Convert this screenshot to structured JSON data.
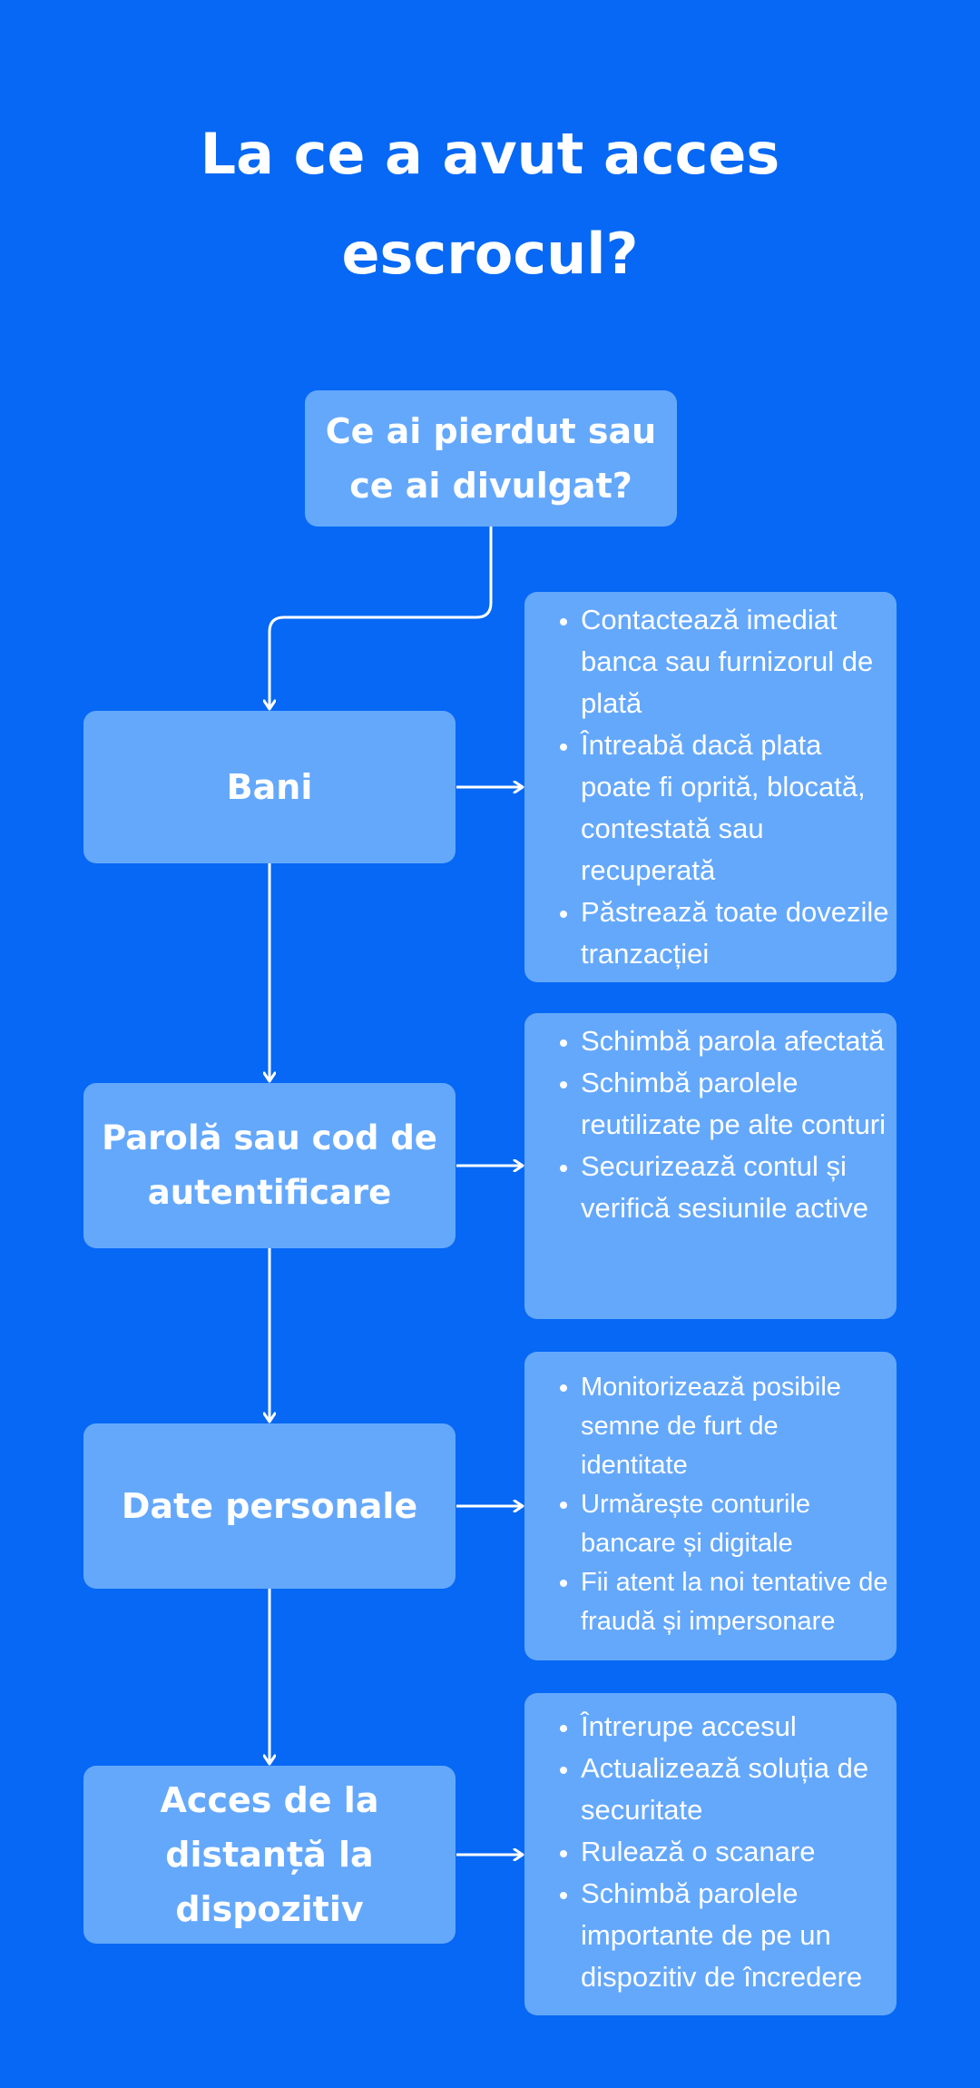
{
  "title": {
    "line1": "La ce a avut acces",
    "line2": "escrocul?"
  },
  "colors": {
    "background": "#0668f4",
    "box": "#64a8fc",
    "text": "#ffffff"
  },
  "root": {
    "line1": "Ce ai pierdut sau",
    "line2": "ce ai divulgat?"
  },
  "categories": [
    {
      "lines": [
        "Bani"
      ],
      "actions": [
        "Contactează imediat banca sau furnizorul de plată",
        "Întreabă dacă plata poate fi oprită, blocată, contestată sau recuperată",
        "Păstrează toate dovezile tranzacției"
      ]
    },
    {
      "lines": [
        "Parolă sau cod de",
        "autentificare"
      ],
      "actions": [
        "Schimbă parola afectată",
        "Schimbă parolele reutilizate pe alte conturi",
        "Securizează contul și verifică sesiunile active"
      ]
    },
    {
      "lines": [
        "Date personale"
      ],
      "actions": [
        "Monitorizează posibile semne de furt de identitate",
        "Urmărește conturile bancare și digitale",
        "Fii atent la noi tentative de fraudă și impersonare"
      ]
    },
    {
      "lines": [
        "Acces de la",
        "distanță la",
        "dispozitiv"
      ],
      "actions": [
        "Întrerupe accesul",
        "Actualizează soluția de securitate",
        "Rulează o scanare",
        "Schimbă parolele importante de pe un dispozitiv de încredere"
      ]
    }
  ]
}
